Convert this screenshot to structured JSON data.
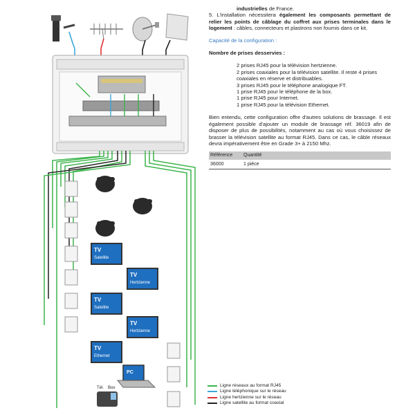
{
  "text": {
    "line1_bold": "industrielles",
    "line1_rest": " de France.",
    "p5_start": "5. L'installation nécessitera ",
    "p5_bold": "également les composants permettant de relier les points de câblage du coffret aux prises terminales dans le logement",
    "p5_end": " : câbles, connecteurs et plastrons non fournis dans ce kit.",
    "config_title": "Capacité de la configuration :",
    "prises_title": "Nombre de prises desservies :",
    "list": [
      "2 prises RJ45 pour la télévision hertzienne.",
      "2 prises coaxiales pour la télévision satellite. Il reste 4 prises coaxiales en réserve et distribuables.",
      "3 prises RJ45 pour le téléphone analogique FT.",
      "1 prise RJ45 pour le téléphone de la box.",
      "1 prise RJ45 pour Internet.",
      "1 prise RJ45 pour la télévision Ethernet."
    ],
    "paragraph": "Bien entendu, cette configuration offre d'autres solutions de brassage. Il est également possible d'ajouter un module de brassage réf. 36019 afin de disposer de plus de possibilités, notamment au cas où vous choisissez de brasser la télévision satellite au format RJ45. Dans ce cas, le câble réseaux devra impérativement être en Grade 3+ à 2150 Mhz."
  },
  "table": {
    "headers": [
      "Référence",
      "Quantité"
    ],
    "rows": [
      [
        "36000",
        "1 pièce"
      ]
    ]
  },
  "diagram": {
    "tv_labels": [
      {
        "tv": "TV",
        "sub": "Satellite"
      },
      {
        "tv": "TV",
        "sub": "Hertzienne"
      },
      {
        "tv": "TV",
        "sub": "Satellite"
      },
      {
        "tv": "TV",
        "sub": "Hertzienne"
      },
      {
        "tv": "TV",
        "sub": "Ethernet"
      }
    ],
    "pc_label": "PC",
    "tel_label": "Tél.",
    "box_label": "Box"
  },
  "legend": [
    {
      "label": "Ligne réseaux au format RJ45",
      "color": "#3cb44b"
    },
    {
      "label": "Ligne téléphonique sur le réseau",
      "color": "#3aa7d8"
    },
    {
      "label": "Ligne hertzienne sur le réseau",
      "color": "#e03030"
    },
    {
      "label": "Ligne satellite au format coaxial",
      "color": "#222222"
    }
  ]
}
